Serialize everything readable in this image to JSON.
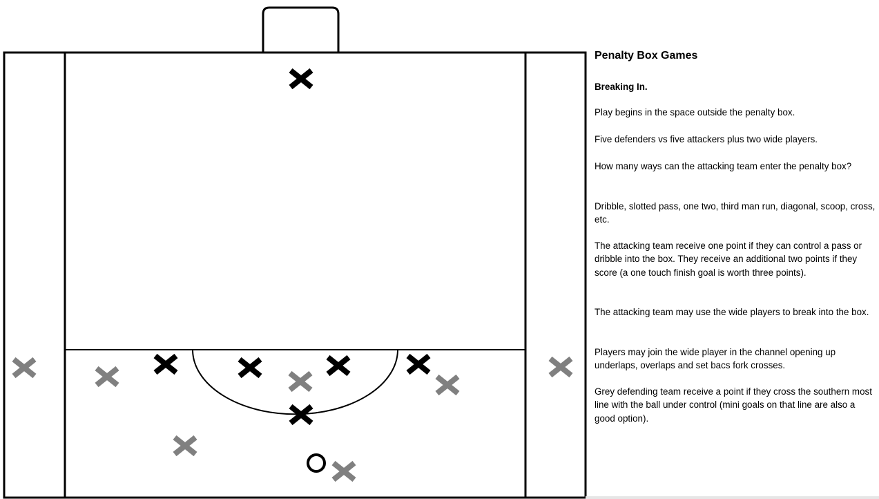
{
  "document": {
    "title": "Penalty Box Games",
    "subtitle": "Breaking In.",
    "paragraphs": [
      "Play begins in the space outside the penalty box.",
      "Five defenders vs five attackers plus two wide players.",
      "How many ways can the attacking team enter the penalty box?",
      "Dribble, slotted pass, one two, third man run, diagonal, scoop, cross, etc.",
      "The attacking team receive one point if they can control a pass or dribble into the box. They receive an additional two points if they score (a one touch finish goal is worth three points).",
      "The attacking team may use the wide players to break into the box.",
      "Players may join the wide player in the channel opening up underlaps, overlaps and set bacs fork crosses.",
      "Grey defending team receive a point if they cross the southern most line with the ball under control (mini goals on that line are also a good option)."
    ]
  },
  "diagram": {
    "attacker_color": "#000000",
    "defender_color": "#808080",
    "attackers_count": 6,
    "defenders_count": 7,
    "ball_count": 1
  }
}
